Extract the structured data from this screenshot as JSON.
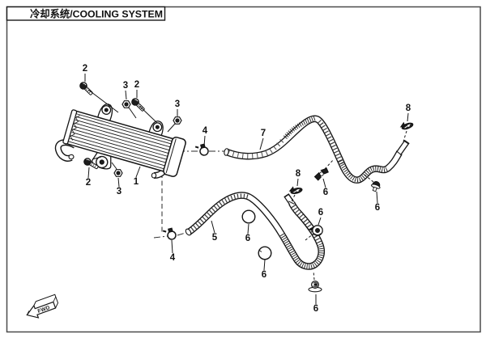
{
  "title": "冷却系统/COOLING SYSTEM",
  "fwd_label": "FWD",
  "callouts": [
    "2",
    "3",
    "2",
    "3",
    "4",
    "7",
    "8",
    "8",
    "6",
    "6",
    "2",
    "3",
    "1",
    "4",
    "5",
    "6",
    "6",
    "6",
    "6"
  ],
  "colors": {
    "background": "#ffffff",
    "line": "#1a1a1a",
    "border": "#4a4a4a"
  }
}
